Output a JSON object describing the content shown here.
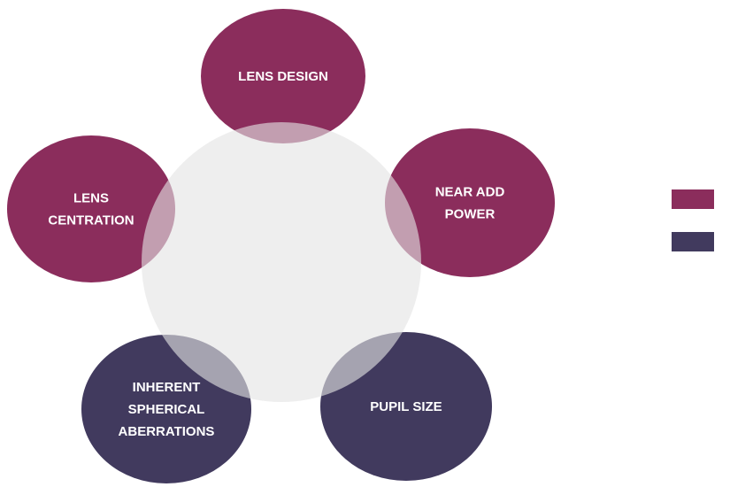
{
  "colors": {
    "primary_node": "#8b2d5c",
    "secondary_node": "#413a5e",
    "center_circle": "#e4e4e4",
    "center_circle_opacity": 0.62,
    "background": "#ffffff"
  },
  "center": {
    "label": ""
  },
  "nodes": [
    {
      "id": "lens-design",
      "lines": [
        "LENS DESIGN"
      ],
      "color_key": "primary_node"
    },
    {
      "id": "lens-centration",
      "lines": [
        "LENS",
        "CENTRATION"
      ],
      "color_key": "primary_node"
    },
    {
      "id": "near-add-power",
      "lines": [
        "NEAR ADD",
        "POWER"
      ],
      "color_key": "primary_node"
    },
    {
      "id": "inherent-spherical-aberrations",
      "lines": [
        "INHERENT",
        "SPHERICAL",
        "ABERRATIONS"
      ],
      "color_key": "secondary_node"
    },
    {
      "id": "pupil-size",
      "lines": [
        "PUPIL SIZE"
      ],
      "color_key": "secondary_node"
    }
  ],
  "legend": [
    {
      "color_key": "primary_node",
      "label": ""
    },
    {
      "color_key": "secondary_node",
      "label": ""
    }
  ]
}
